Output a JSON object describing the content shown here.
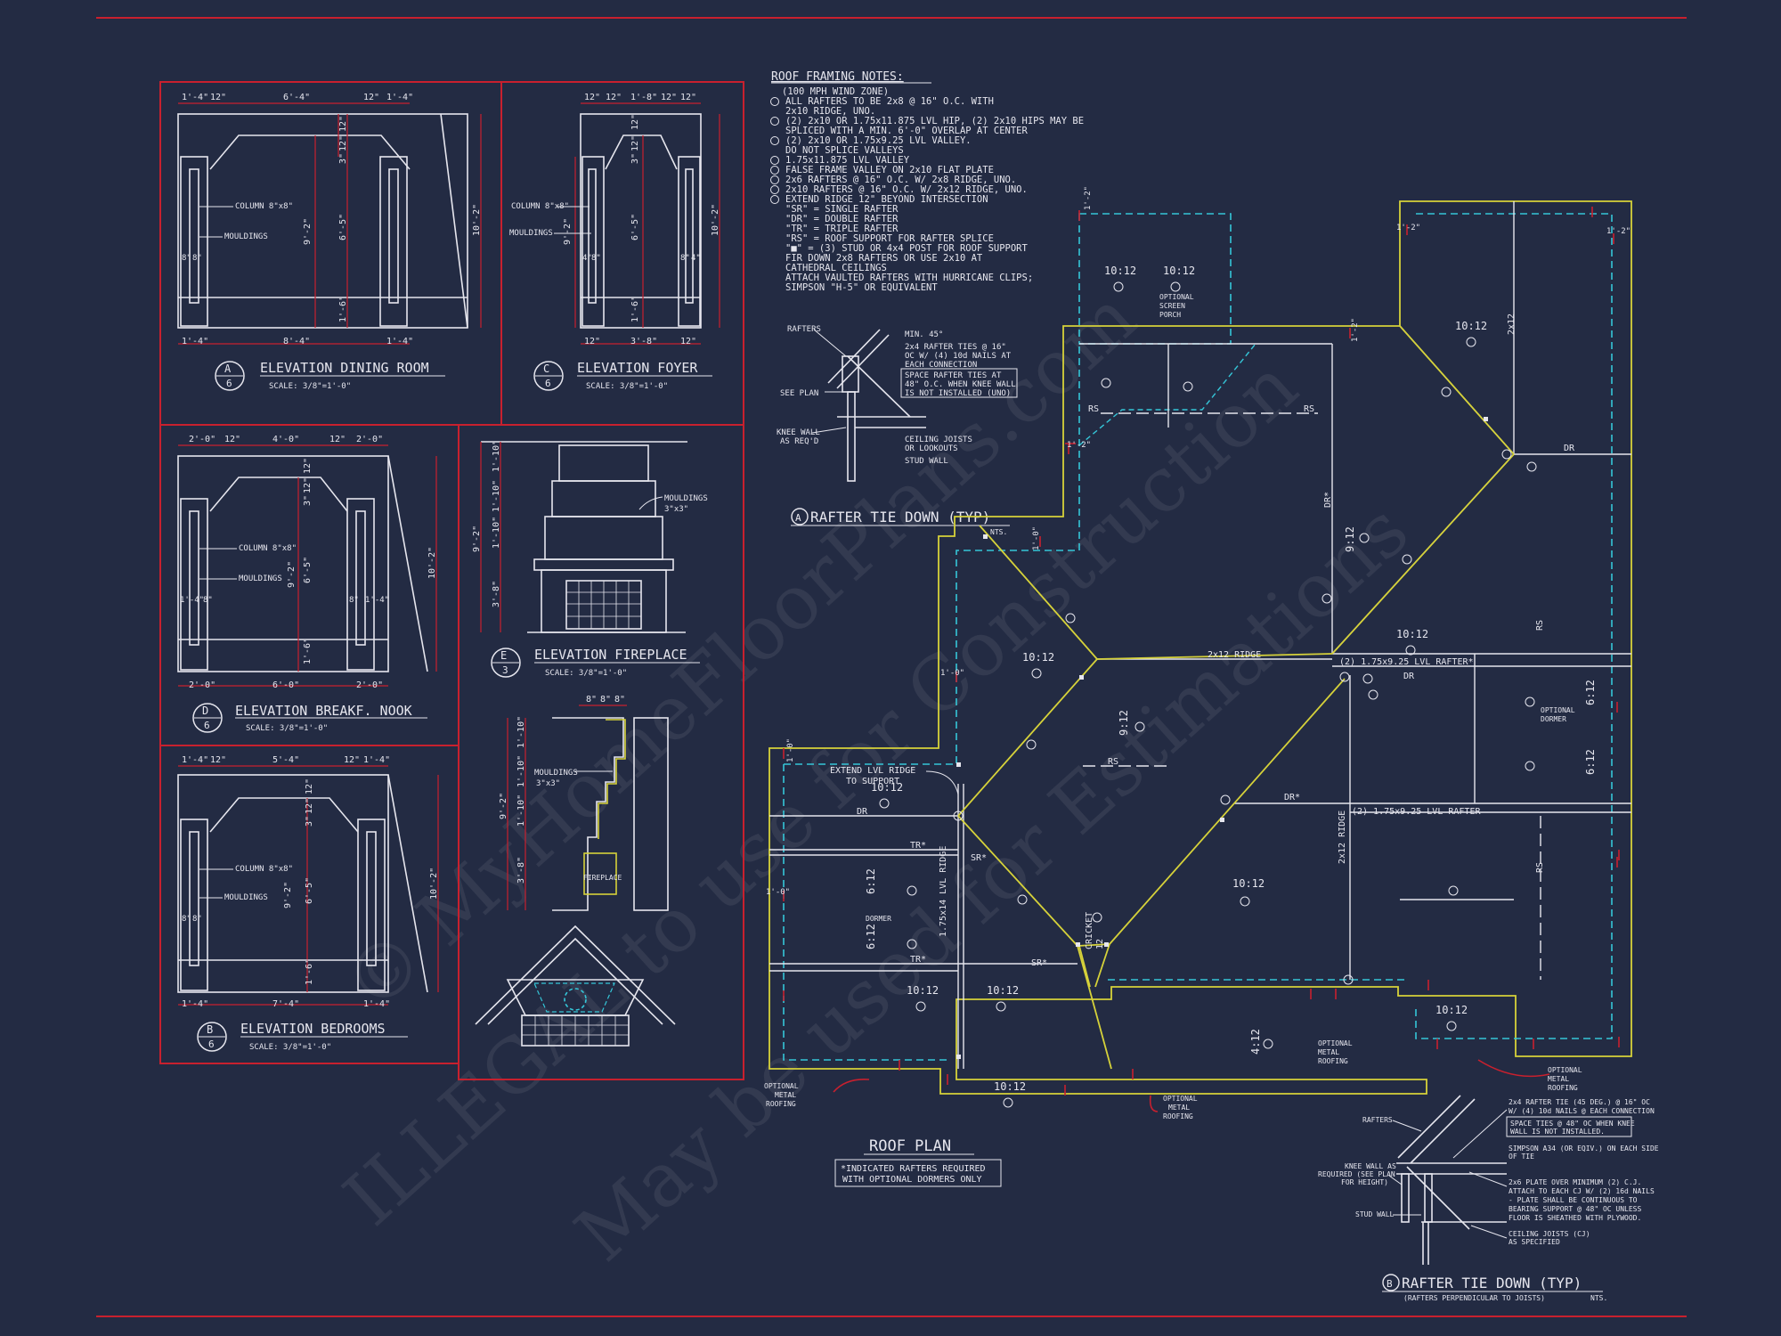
{
  "notes": {
    "title": "ROOF FRAMING NOTES:",
    "lines": [
      "(100 MPH WIND ZONE)",
      "ALL RAFTERS TO BE 2x8 @ 16\" O.C. WITH",
      "2x10 RIDGE, UNO.",
      "(2) 2x10 OR 1.75x11.875 LVL HIP, (2) 2x10 HIPS MAY BE",
      "SPLICED WITH A MIN. 6'-0\" OVERLAP AT CENTER",
      "(2) 2x10 OR 1.75x9.25 LVL VALLEY.",
      "DO NOT SPLICE VALLEYS",
      "1.75x11.875 LVL VALLEY",
      "FALSE FRAME VALLEY ON 2x10 FLAT PLATE",
      "2x6 RAFTERS @ 16\" O.C. W/ 2x8 RIDGE, UNO.",
      "2x10 RAFTERS @ 16\" O.C. W/ 2x12 RIDGE, UNO.",
      "EXTEND RIDGE 12\" BEYOND INTERSECTION",
      "\"SR\" = SINGLE RAFTER",
      "\"DR\" = DOUBLE RAFTER",
      "\"TR\" = TRIPLE RAFTER",
      "\"RS\" = ROOF SUPPORT FOR RAFTER SPLICE",
      "\"■\" = (3) STUD OR 4x4 POST FOR ROOF SUPPORT",
      "FIR DOWN 2x8 RAFTERS OR USE 2x10 AT",
      "CATHEDRAL CEILINGS",
      "ATTACH VAULTED RAFTERS WITH HURRICANE CLIPS;",
      "SIMPSON \"H-5\" OR EQUIVALENT"
    ]
  },
  "elevations": {
    "dining": {
      "id": "A",
      "sheet": "6",
      "title": "ELEVATION DINING ROOM",
      "scale": "SCALE: 3/8\"=1'-0\""
    },
    "foyer": {
      "id": "C",
      "sheet": "6",
      "title": "ELEVATION FOYER",
      "scale": "SCALE: 3/8\"=1'-0\""
    },
    "nook": {
      "id": "D",
      "sheet": "6",
      "title": "ELEVATION BREAKF. NOOK",
      "scale": "SCALE: 3/8\"=1'-0\""
    },
    "fireplace": {
      "id": "E",
      "sheet": "3",
      "title": "ELEVATION FIREPLACE",
      "scale": "SCALE: 3/8\"=1'-0\""
    },
    "bedrooms": {
      "id": "B",
      "sheet": "6",
      "title": "ELEVATION BEDROOMS",
      "scale": "SCALE: 3/8\"=1'-0\""
    },
    "column_label": "COLUMN 8\"x8\"",
    "mouldings_label": "MOULDINGS",
    "mouldings_size": "3\"x3\"",
    "fireplace_label": "FIREPLACE"
  },
  "dims": {
    "dining_top": [
      "1'-4\"",
      "12\"",
      "6'-4\"",
      "12\"",
      "1'-4\""
    ],
    "dining_bot": [
      "1'-4\"",
      "8'-4\"",
      "1'-4\""
    ],
    "dining_v": [
      "12\"",
      "3\"",
      "12\"",
      "9'-2\"",
      "6'-5\"",
      "1'-6\"",
      "10'-2\"",
      "8\"",
      "8\""
    ],
    "foyer_top": [
      "12\"",
      "12\"",
      "1'-8\"",
      "12\"",
      "12\""
    ],
    "foyer_bot": [
      "12\"",
      "3'-8\"",
      "12\""
    ],
    "foyer_v": [
      "12\"",
      "3\"",
      "12\"",
      "9'-2\"",
      "6'-5\"",
      "1'-6\"",
      "10'-2\"",
      "4\"",
      "8\"",
      "8\"",
      "4\""
    ],
    "nook_top": [
      "2'-0\"",
      "12\"",
      "4'-0\"",
      "12\"",
      "2'-0\""
    ],
    "nook_bot": [
      "2'-0\"",
      "6'-0\"",
      "2'-0\""
    ],
    "nook_v": [
      "12\"",
      "3\"",
      "12\"",
      "9'-2\"",
      "6'-5\"",
      "1'-6\"",
      "10'-2\"",
      "1'-4\"",
      "8\"",
      "8\"",
      "1'-4\""
    ],
    "bed_top": [
      "1'-4\"",
      "12\"",
      "5'-4\"",
      "12\"",
      "1'-4\""
    ],
    "bed_bot": [
      "1'-4\"",
      "7'-4\"",
      "1'-4\""
    ],
    "bed_v": [
      "12\"",
      "3\"",
      "12\"",
      "9'-2\"",
      "6'-5\"",
      "1'-6\"",
      "10'-2\"",
      "8\"",
      "8\""
    ],
    "fp_v": [
      "1'-10\"",
      "1'-10\"",
      "1'-10\"",
      "9'-2\"",
      "3'-8\""
    ],
    "fp2_top": [
      "8\"",
      "8\"",
      "8\""
    ],
    "fp2_v": [
      "1'-10\"",
      "1'-10\"",
      "1'-10\"",
      "9'-2\"",
      "3'-8\""
    ]
  },
  "tiedown_a": {
    "title": "RAFTER TIE DOWN (TYP)",
    "id": "A",
    "nts": "NTS.",
    "rafters": "RAFTERS",
    "min45": "MIN. 45°",
    "ties": [
      "2x4 RAFTER TIES @ 16\"",
      "OC W/ (4) 10d NAILS AT",
      "EACH CONNECTION"
    ],
    "space": [
      "SPACE RAFTER TIES AT",
      "48\" O.C. WHEN KNEE WALL",
      "IS NOT INSTALLED (UNO)"
    ],
    "see_plan": "SEE PLAN",
    "knee": [
      "KNEE WALL",
      "AS REQ'D"
    ],
    "joists": [
      "CEILING JOISTS",
      "OR LOOKOUTS"
    ],
    "stud": "STUD WALL"
  },
  "roof": {
    "title": "ROOF PLAN",
    "note": [
      "*INDICATED RAFTERS REQUIRED",
      "WITH OPTIONAL DORMERS ONLY"
    ],
    "pitch": "10:12",
    "pitches_misc": [
      "9:12",
      "6:12",
      "4:12",
      "12"
    ],
    "ridge_2x12": "2x12 RIDGE",
    "ridge_2x12_v": "2x12 RIDGE",
    "rafter_2x12": "2x12",
    "lvl_rafter_1": "(2) 1.75x9.25 LVL RAFTER*",
    "lvl_rafter_2": "(2) 1.75x9.25 LVL RAFTER",
    "lvl_ridge": "1.75x14 LVL RIDGE",
    "extend": [
      "EXTEND LVL RIDGE",
      "TO SUPPORT"
    ],
    "screen_porch": [
      "OPTIONAL",
      "SCREEN",
      "PORCH"
    ],
    "dormer": "DORMER",
    "opt_dormer": [
      "OPTIONAL",
      "DORMER"
    ],
    "metal": [
      "OPTIONAL",
      "METAL",
      "ROOFING"
    ],
    "cricket": "CRICKET",
    "dr": "DR",
    "dr_star": "DR*",
    "rs": "RS",
    "tr": "TR*",
    "sr": "SR*",
    "dims": [
      "1'-2\"",
      "1'-2\"",
      "1'-2\"",
      "1'-0\"",
      "1'-0\"",
      "1'-0\"",
      "1'-2\"",
      "1'-0\"",
      "1'-2\""
    ]
  },
  "tiedown_b": {
    "title": "RAFTER TIE DOWN (TYP)",
    "id": "B",
    "sub": "(RAFTERS PERPENDICULAR TO JOISTS)",
    "nts": "NTS.",
    "rafters": "RAFTERS",
    "ties": [
      "2x4 RAFTER TIE (45 DEG.) @ 16\" OC",
      "W/ (4) 10d NAILS @ EACH CONNECTION"
    ],
    "space": [
      "SPACE TIES @ 48\" OC WHEN KNEE",
      "WALL IS NOT INSTALLED."
    ],
    "simpson": [
      "SIMPSON A34 (OR EQIV.) ON EACH SIDE",
      "OF TIE"
    ],
    "knee": [
      "KNEE WALL AS",
      "REQUIRED (SEE PLAN",
      "FOR HEIGHT)"
    ],
    "plate": [
      "2x6 PLATE OVER MINIMUM (2) C.J.",
      "ATTACH TO EACH CJ W/ (2) 16d NAILS",
      "- PLATE SHALL BE CONTINUOUS TO",
      "BEARING SUPPORT @ 48\" OC UNLESS",
      "FLOOR IS SHEATHED WITH PLYWOOD."
    ],
    "stud": "STUD WALL",
    "joists": [
      "CEILING JOISTS (CJ)",
      "AS SPECIFIED"
    ]
  },
  "watermark": [
    "© MyHomeFloorPlans.com",
    "ILLEGAL to use for Construction",
    "May be used for Estimations"
  ],
  "colors": {
    "background": "#232b43",
    "border": "#c8202e",
    "lines": "#e6e6ee",
    "plate": "#d6d23a",
    "optional": "#35c6d8",
    "dim": "#d8303a"
  }
}
